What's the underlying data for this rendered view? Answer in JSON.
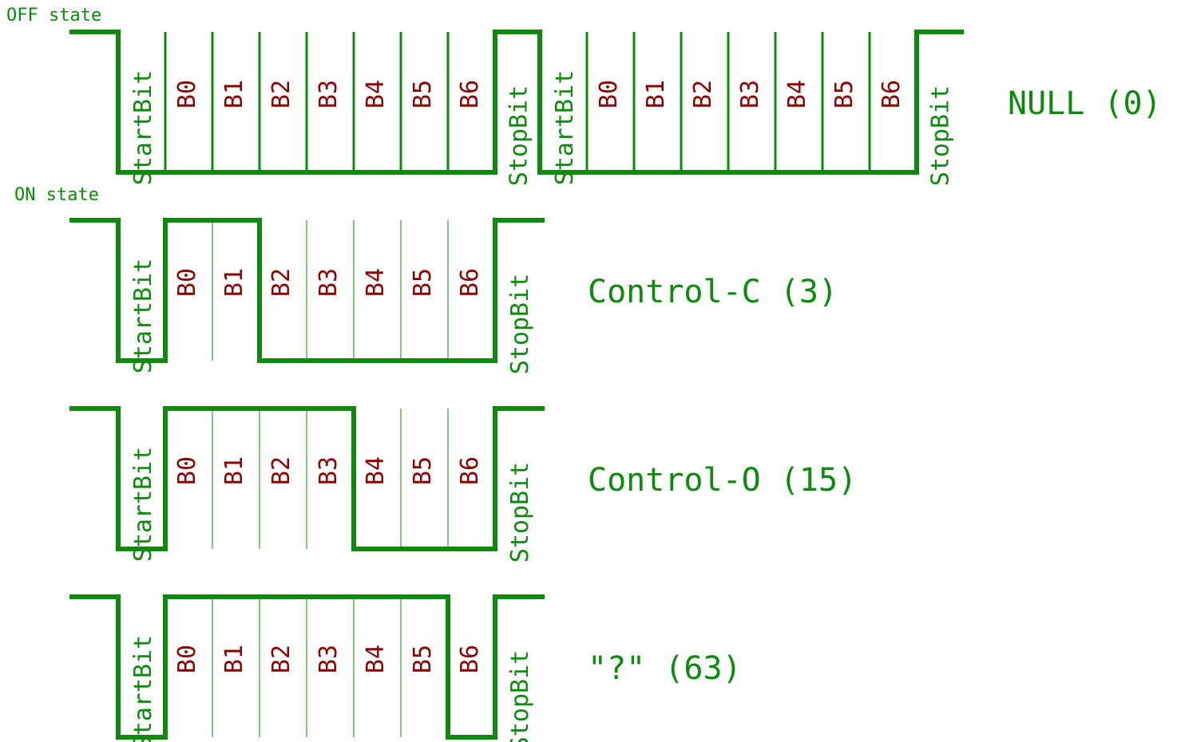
{
  "labels": {
    "off_state": "OFF state",
    "on_state": "ON state",
    "start_bit": "StartBit",
    "stop_bit": "StopBit",
    "bits": [
      "B0",
      "B1",
      "B2",
      "B3",
      "B4",
      "B5",
      "B6"
    ]
  },
  "waveforms": [
    {
      "name": "NULL (0)",
      "value": 0,
      "frames": [
        [
          0,
          0,
          0,
          0,
          0,
          0,
          0
        ],
        [
          0,
          0,
          0,
          0,
          0,
          0,
          0
        ]
      ]
    },
    {
      "name": "Control-C (3)",
      "value": 3,
      "frames": [
        [
          1,
          1,
          0,
          0,
          0,
          0,
          0
        ]
      ]
    },
    {
      "name": "Control-O (15)",
      "value": 15,
      "frames": [
        [
          1,
          1,
          1,
          1,
          0,
          0,
          0
        ]
      ]
    },
    {
      "name": "\"?\" (63)",
      "value": 63,
      "frames": [
        [
          1,
          1,
          1,
          1,
          1,
          1,
          0
        ]
      ]
    }
  ],
  "colors": {
    "wire": "#0b8a0b",
    "bit_label": "#8b0000"
  }
}
